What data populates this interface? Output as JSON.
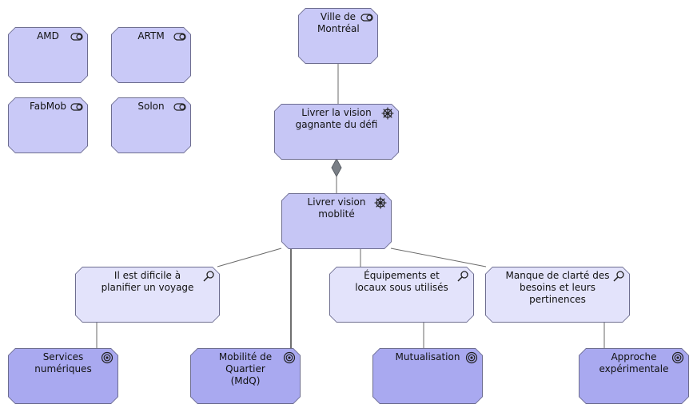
{
  "stakeholders": [
    {
      "id": "amd",
      "label": "AMD",
      "icon": "actor-toggle-icon"
    },
    {
      "id": "artm",
      "label": "ARTM",
      "icon": "actor-toggle-icon"
    },
    {
      "id": "fabmob",
      "label": "FabMob",
      "icon": "actor-toggle-icon"
    },
    {
      "id": "solon",
      "label": "Solon",
      "icon": "actor-toggle-icon"
    },
    {
      "id": "ville",
      "label": "Ville de Montréal",
      "icon": "actor-toggle-icon"
    }
  ],
  "goals": [
    {
      "id": "vision-defi",
      "label": "Livrer la vision gagnante du défi",
      "icon": "goal-wheel-icon"
    },
    {
      "id": "vision-mobilite",
      "label": "Livrer vision moblité",
      "icon": "goal-wheel-icon"
    }
  ],
  "assessments": [
    {
      "id": "planifier",
      "label": "Il est dificile à planifier un voyage",
      "icon": "magnifier-icon"
    },
    {
      "id": "equipements",
      "label": "Équipements et locaux sous utilisés",
      "icon": "magnifier-icon"
    },
    {
      "id": "clarte",
      "label": "Manque de clarté des besoins et leurs pertinences",
      "icon": "magnifier-icon"
    }
  ],
  "outcomes": [
    {
      "id": "services",
      "label": "Services numériques",
      "icon": "target-icon"
    },
    {
      "id": "mdq",
      "label": "Mobilité de Quartier (MdQ)",
      "icon": "target-icon"
    },
    {
      "id": "mutualisation",
      "label": "Mutualisation",
      "icon": "target-icon"
    },
    {
      "id": "approche",
      "label": "Approche expérimentale",
      "icon": "target-icon"
    }
  ],
  "colors": {
    "actor": "#c9c9f7",
    "goal": "#c6c6f5",
    "assessment": "#e3e3fb",
    "outcome": "#a9a9f0",
    "border": "#6d6d8f",
    "line": "#6a6a6a"
  }
}
